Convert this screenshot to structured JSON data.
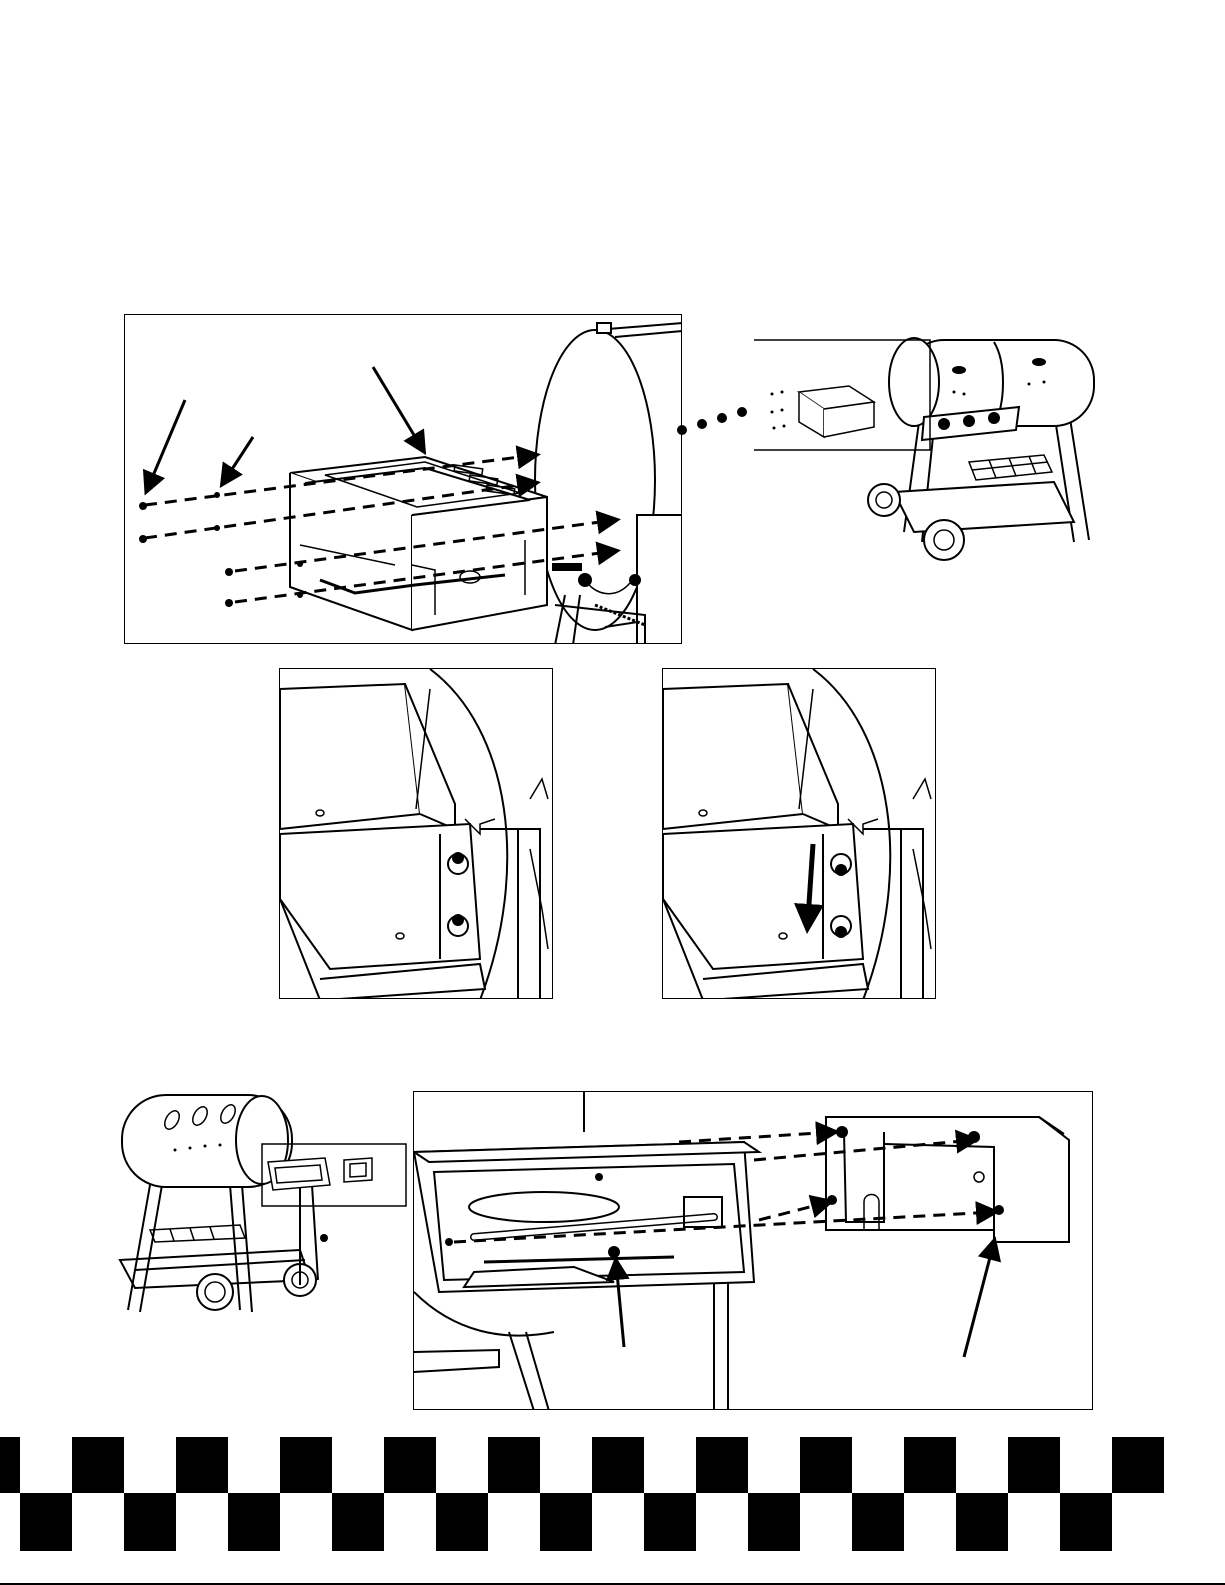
{
  "page": {
    "background": "#ffffff",
    "ink": "#000000"
  },
  "figures": [
    {
      "name": "side-shelf-assembly-exploded",
      "icon": "side-shelf-exploded-drawing"
    },
    {
      "name": "grill-overview-side-shelf-location",
      "icon": "grill-cart-overview-drawing"
    },
    {
      "name": "bracket-detail-before",
      "icon": "keyhole-bracket-detail-drawing"
    },
    {
      "name": "bracket-detail-after",
      "icon": "keyhole-bracket-slide-down-drawing"
    },
    {
      "name": "grill-overview-cover-location",
      "icon": "grill-cart-overview-drawing"
    },
    {
      "name": "shelf-cover-assembly-exploded",
      "icon": "shelf-cover-exploded-drawing"
    }
  ],
  "footer": {
    "pattern": "checkerboard",
    "colors": [
      "#000000",
      "#ffffff"
    ]
  }
}
